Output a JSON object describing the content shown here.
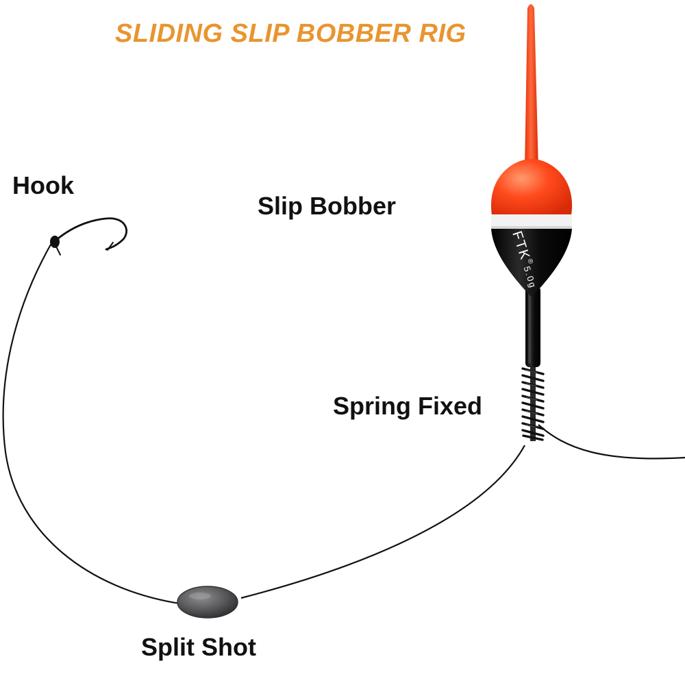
{
  "diagram": {
    "title": "SLIDING SLIP BOBBER RIG",
    "labels": {
      "hook": "Hook",
      "slip_bobber": "Slip Bobber",
      "spring_fixed": "Spring Fixed",
      "split_shot": "Split Shot"
    },
    "bobber_marking": {
      "brand": "FTK",
      "registered": "®",
      "weight": "5.0g"
    }
  },
  "colors": {
    "title": "#e8952f",
    "bobber_top": "#ff4a1c",
    "bobber_band": "#f2f2f2",
    "bobber_body": "#111111",
    "line": "#111111",
    "sinker": "#5a5a5c"
  }
}
